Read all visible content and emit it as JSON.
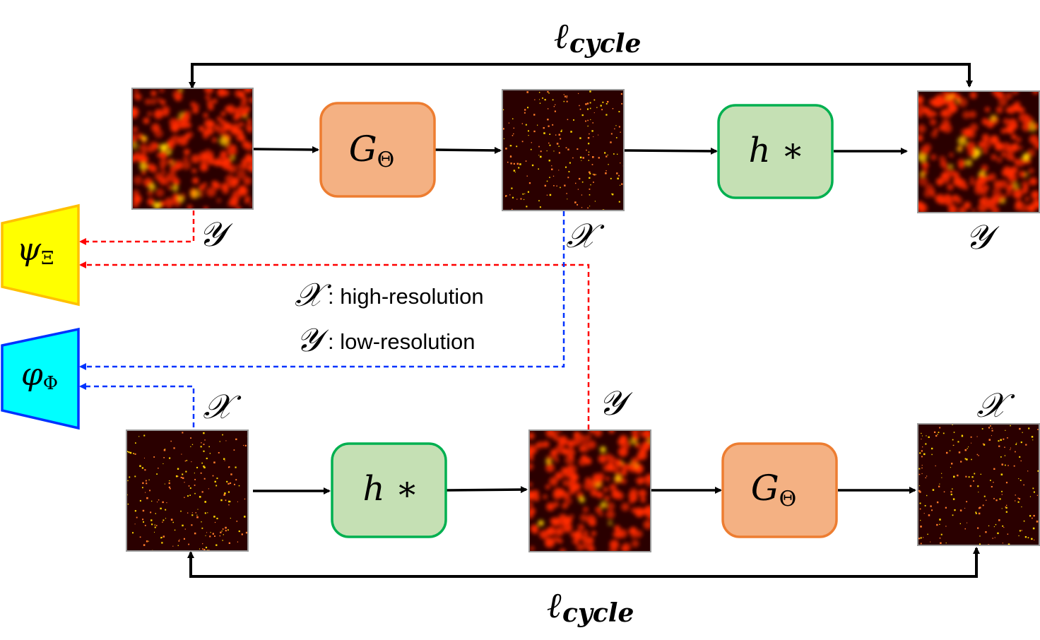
{
  "labels": {
    "cycle_top_main": "ℓ",
    "cycle_top_sub": "cycle",
    "cycle_bottom_main": "ℓ",
    "cycle_bottom_sub": "cycle",
    "generator_main": "G",
    "generator_sub": "Θ",
    "blur_op": "h ∗",
    "disc_psi_main": "ψ",
    "disc_psi_sub": "Ξ",
    "disc_phi_main": "φ",
    "disc_phi_sub": "Φ",
    "x_sym": "𝒳",
    "y_sym": "𝒴"
  },
  "legend": {
    "high_symbol": "𝒳",
    "high_text": ": high-resolution",
    "low_symbol": "𝒴",
    "low_text": ": low-resolution"
  },
  "colors": {
    "generator_fill": "#f4b183",
    "generator_stroke": "#ed7d31",
    "blur_fill": "#c5e0b4",
    "blur_stroke": "#00b050",
    "psi_fill": "#ffff00",
    "psi_stroke": "#ffc000",
    "phi_fill": "#00ffff",
    "phi_stroke": "#0033ff",
    "red_dash": "#ff0000",
    "blue_dash": "#0033ff",
    "image_bg": "#2a0000",
    "spot": "#ff2a00",
    "spot_bright": "#ffd400"
  }
}
